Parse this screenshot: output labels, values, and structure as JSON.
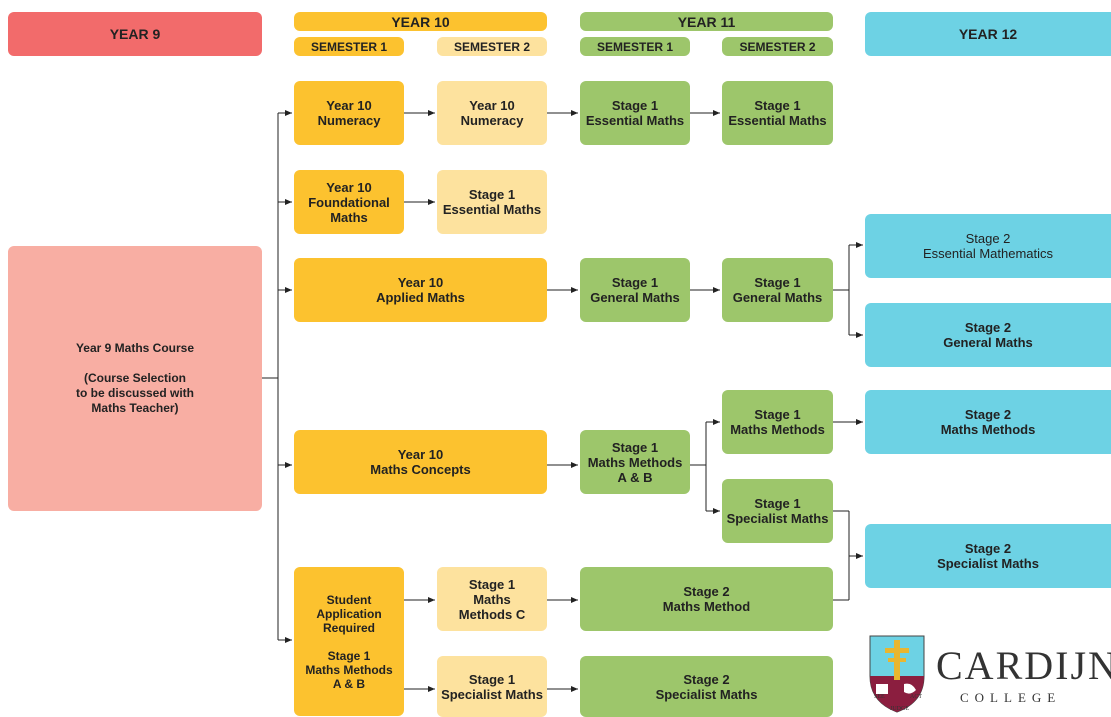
{
  "headers": {
    "year9": "YEAR 9",
    "year10": "YEAR 10",
    "year11": "YEAR 11",
    "year12": "YEAR 12",
    "y10_sem1": "SEMESTER 1",
    "y10_sem2": "SEMESTER 2",
    "y11_sem1": "SEMESTER 1",
    "y11_sem2": "SEMESTER 2"
  },
  "year9": {
    "course": "Year 9 Maths Course\n\n(Course Selection\nto be discussed with\nMaths Teacher)"
  },
  "nodes": {
    "y10_numeracy_s1": "Year 10\nNumeracy",
    "y10_numeracy_s2": "Year 10\nNumeracy",
    "s1_essential_a": "Stage 1\nEssential Maths",
    "s1_essential_b": "Stage 1\nEssential Maths",
    "y10_foundational": "Year 10\nFoundational\nMaths",
    "s1_essential_c": "Stage 1\nEssential Maths",
    "y10_applied": "Year 10\nApplied Maths",
    "s1_general_a": "Stage 1\nGeneral Maths",
    "s1_general_b": "Stage 1\nGeneral Maths",
    "s2_essential_math": "Stage 2\nEssential Mathematics",
    "s2_general": "Stage 2\nGeneral Maths",
    "s1_methods_top": "Stage 1\nMaths Methods",
    "s2_methods": "Stage 2\nMaths Methods",
    "y10_concepts": "Year 10\nMaths Concepts",
    "s1_methods_ab": "Stage 1\nMaths Methods\nA & B",
    "s1_specialist_top": "Stage 1\nSpecialist Maths",
    "s2_specialist_right": "Stage 2\nSpecialist Maths",
    "student_app": "Student\nApplication\nRequired\n\nStage 1\nMaths Methods\nA & B",
    "s1_methods_c": "Stage 1\nMaths\nMethods C",
    "s2_method": "Stage 2\nMaths Method",
    "s1_specialist_bottom": "Stage 1\nSpecialist Maths",
    "s2_specialist_bottom": "Stage 2\nSpecialist Maths"
  },
  "logo": {
    "name": "CARDIJN",
    "sub": "COLLEGE",
    "motto_left": "SEE",
    "motto_mid": "JUDGE",
    "motto_right": "ACT"
  },
  "colors": {
    "year9_header": "#f26b6b",
    "year9_box": "#f8aea3",
    "year10": "#fcc22f",
    "year10_light": "#fde29e",
    "year11": "#9dc66b",
    "year12": "#6dd2e4"
  }
}
